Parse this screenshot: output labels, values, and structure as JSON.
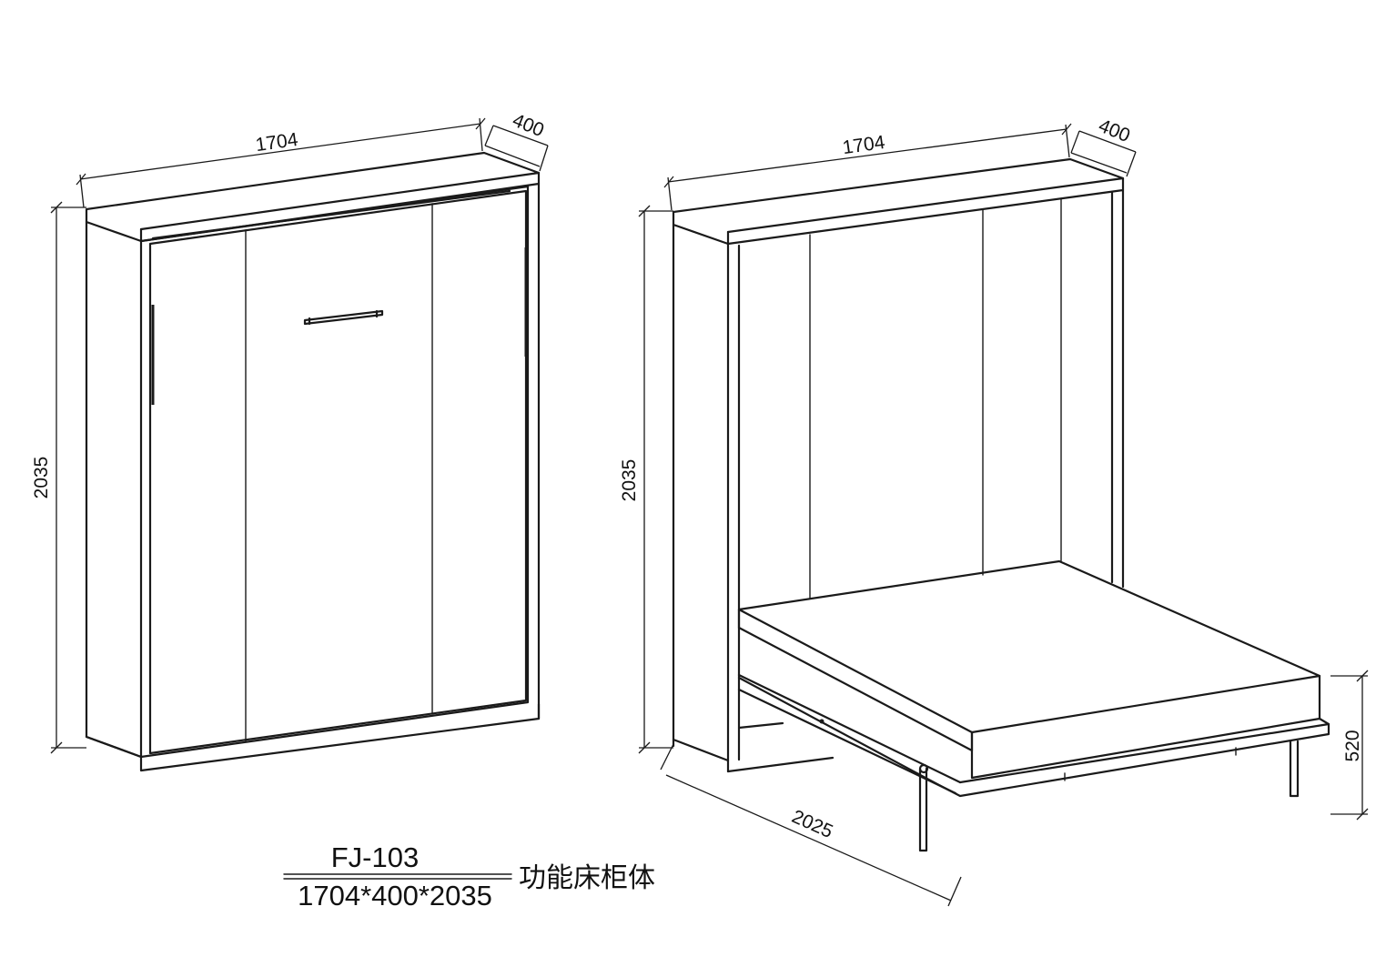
{
  "closed_view": {
    "width_label": "1704",
    "depth_label": "400",
    "height_label": "2035"
  },
  "open_view": {
    "width_label": "1704",
    "depth_label": "400",
    "height_label": "2035",
    "bed_length_label": "2025",
    "bed_height_label": "520"
  },
  "title_block": {
    "model": "FJ-103",
    "size": "1704*400*2035",
    "name": "功能床柜体"
  }
}
